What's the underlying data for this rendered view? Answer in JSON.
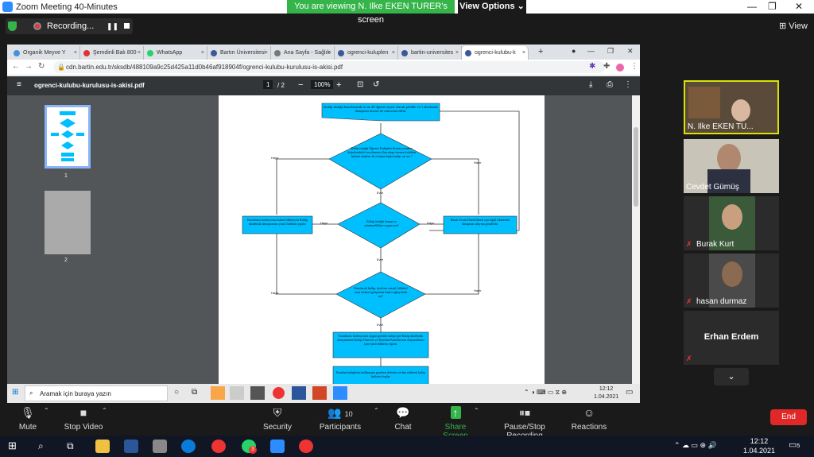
{
  "zoom": {
    "title": "Zoom Meeting 40-Minutes",
    "viewing": "You are viewing N. Ilke EKEN TURER's screen",
    "view_options": "View Options",
    "recording": "Recording...",
    "view": "View"
  },
  "browser": {
    "tabs": [
      "Organik Meyve Y",
      "Şemdinli Balı 800",
      "WhatsApp",
      "Bartın Üniversitesi",
      "Ana Sayfa - Sağlık",
      "ogrenci-kuluplen",
      "bartin-universites",
      "ogrenci-kulubu-k"
    ],
    "url": "cdn.bartin.edu.tr/sksdb/488109a9c25d425a11d0b46af918904f/ogrenci-kulubu-kurulusu-is-akisi.pdf",
    "pdf": {
      "filename": "ogrenci-kulubu-kurulusu-is-akisi.pdf",
      "page": "1",
      "total": "/ 2",
      "zoom": "100%",
      "thumb1": "1",
      "thumb2": "2"
    }
  },
  "flow": {
    "box1": "Kulüp tüzüğü hazırlanarak en az 20 öğrenci üyesi olacak şekilde ve 1 akademik danışman imzası ile müracaat edilir.",
    "d1": "Kulüp tüzüğü Öğrenci Kulüpleri Komisyonunca değerlendirilir incelenmesi (kuruluşu istenen kulübün faaliyet alanları ile örtüşen başka kulüp var mı ?",
    "d2": "Kulüp tüzüğü kanun ve yönetmeliklere uygun mu?",
    "d3": "Kurulacak kulüp, üyelerin sosyal, kültürel veya fiziksel gelişimine katkı sağlayabilir mi?",
    "left_box": "Kurulması komisyonca kabul edilmeyen Kulüp akademik danışmanına yazılı bildirim yapılır",
    "right_box": "Hatalı Evrak Düzeltilmesi için ilgili Akademik danışman adayına gönderilir.",
    "box_b1": "Kurulması komisyonca uygun görülen kulüp için Kulüp akademik danışmanına Kulüp Yönerim ve Denetim Kurullarının oluşturulması için yazılı bildirim yapılır.",
    "box_b2": "Kurulan kulüplerin kullanması gereken defterler teslim edilerek kulüp faaliyete başlar.",
    "hayir": "Hayır",
    "evet": "Evet"
  },
  "inner_taskbar": {
    "search": "Aramak için buraya yazın",
    "time": "12:12",
    "date": "1.04.2021"
  },
  "participants": [
    {
      "name": "N. Ilke EKEN TU...",
      "muted": false
    },
    {
      "name": "Cevdet Gümüş",
      "muted": false
    },
    {
      "name": "Burak Kurt",
      "muted": true
    },
    {
      "name": "hasan durmaz",
      "muted": true
    },
    {
      "name": "Erhan Erdem",
      "muted": true
    }
  ],
  "controls": {
    "mute": "Mute",
    "video": "Stop Video",
    "security": "Security",
    "participants": "Participants",
    "participants_count": "10",
    "chat": "Chat",
    "share": "Share Screen",
    "record": "Pause/Stop Recording",
    "reactions": "Reactions",
    "end": "End"
  },
  "win": {
    "time": "12:12",
    "date": "1.04.2021",
    "badge": "3",
    "notif": "5"
  }
}
